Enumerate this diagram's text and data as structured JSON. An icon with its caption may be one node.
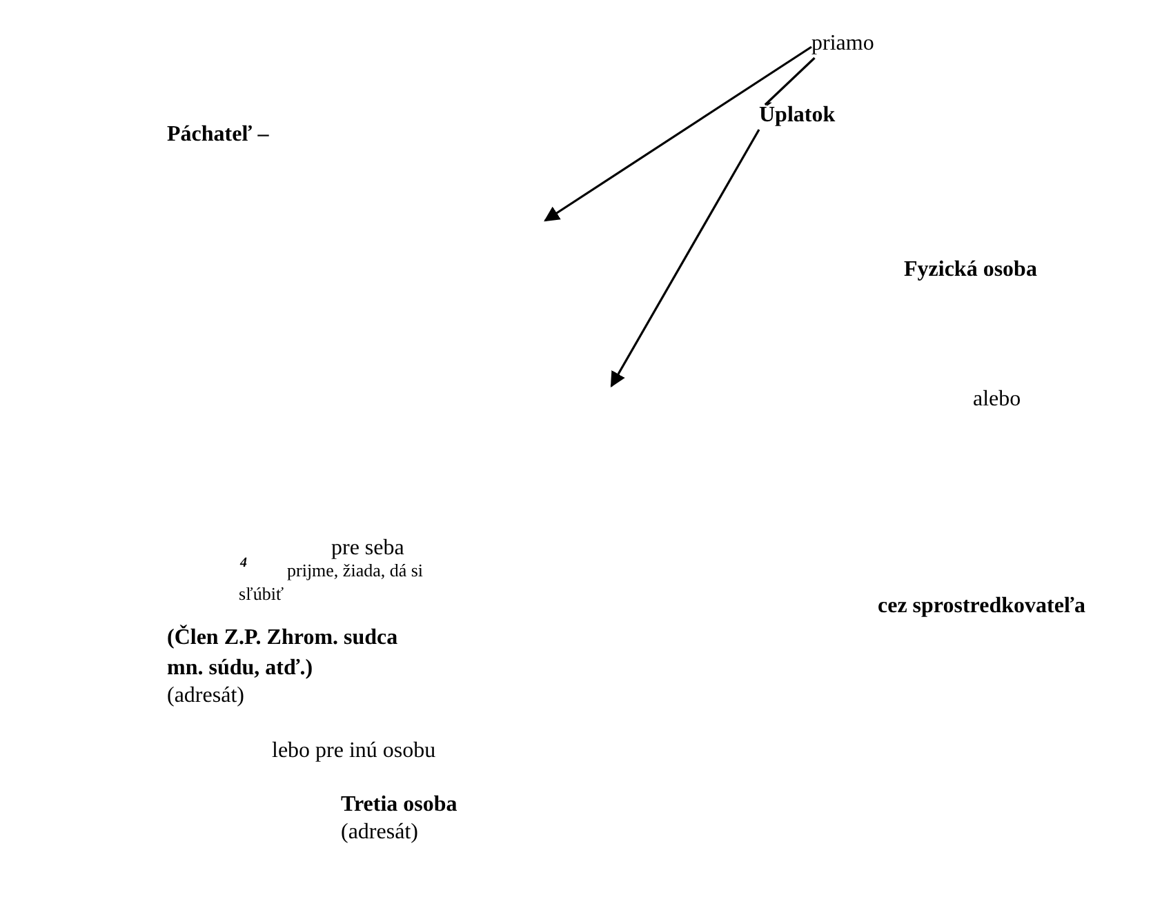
{
  "diagram": {
    "nodes": [
      {
        "text": [
          "Páchateľ –"
        ]
      },
      {
        "text": [
          "priamo"
        ]
      },
      {
        "text": [
          "Úplatok"
        ]
      }
    ],
    "edges": [
      {
        "from": 1,
        "to": null,
        "arrow": "to"
      },
      {
        "from": 2,
        "to": null,
        "arrow": "to"
      },
      {
        "from": 1,
        "to": 2,
        "arrow": "none"
      }
    ],
    "labels": [
      "Fyzická osoba",
      "alebo",
      "pre seba",
      "4",
      "prijme, žiada, dá si sľúbiť",
      "cez sprostredkovateľa",
      "(Člen Z.P. Zhrom. sudca mn. súdu, atď.)",
      "(adresát)",
      "lebo pre inú osobu",
      "Tretia osoba",
      "(adresát)"
    ]
  }
}
